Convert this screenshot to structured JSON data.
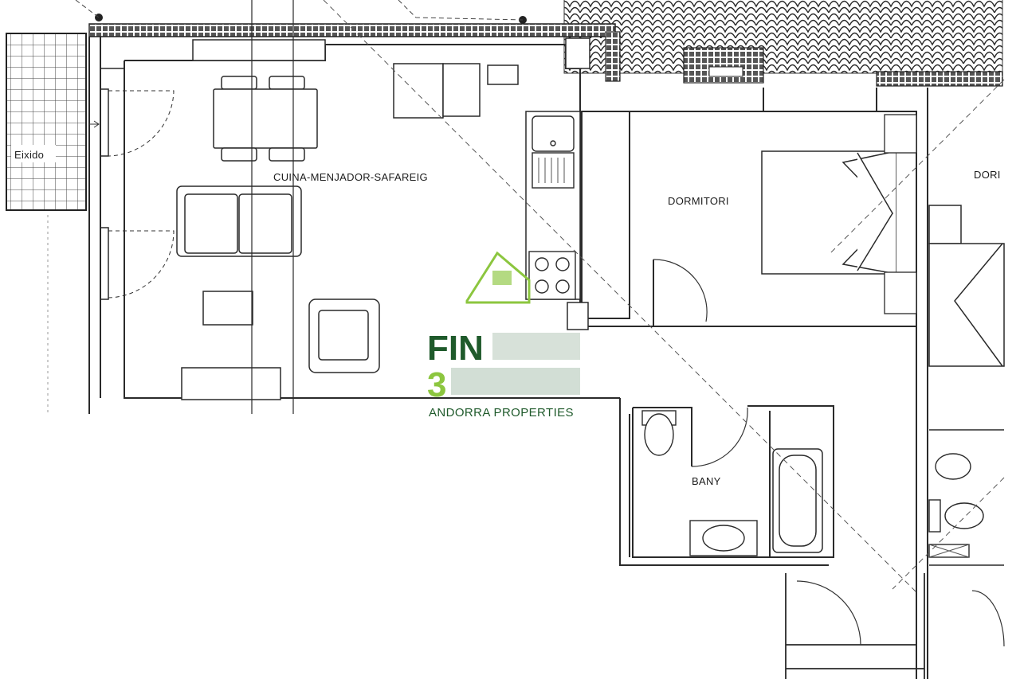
{
  "rooms": {
    "kitchen": "CUINA-MENJADOR-SAFAREIG",
    "bedroom": "DORMITORI",
    "bedroom_partial": "DORI",
    "bathroom": "BANY",
    "terrace": "Eixido"
  },
  "watermark": {
    "brand_line1": "FIN",
    "brand_digit": "3",
    "tagline": "ANDORRA PROPERTIES",
    "colors": {
      "dark_green": "#1f5a2b",
      "light_green": "#8cc63f"
    }
  },
  "colors": {
    "wall": "#2a2a2a",
    "line": "#3a3a3a"
  }
}
